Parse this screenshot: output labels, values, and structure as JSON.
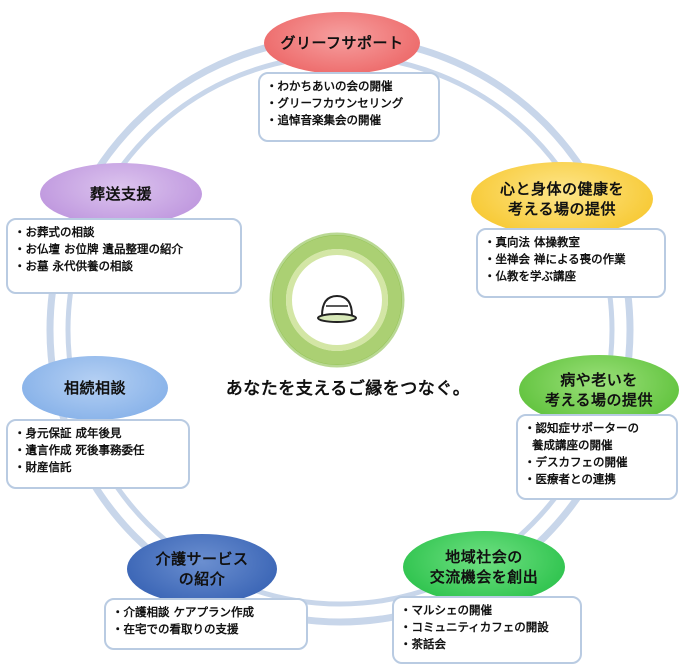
{
  "tagline": "あなたを支えるご縁をつなぐ。",
  "colors": {
    "ring": "#c8d6ea",
    "box_border": "#b9cbe2",
    "logo_green_dark": "#7fb83a",
    "logo_green_light": "#c8e08e"
  },
  "logo": {
    "icon": "enso-circle-with-bell-icon"
  },
  "nodes": {
    "grief": {
      "title": [
        "グリーフサポート"
      ],
      "items": [
        "・わかちあいの会の開催",
        "・グリーフカウンセリング",
        "・追悼音楽集会の開催"
      ],
      "color": "#ee6f6f"
    },
    "health": {
      "title": [
        "心と身体の健康を",
        "考える場の提供"
      ],
      "items": [
        "・真向法 体操教室",
        "・坐禅会 禅による喪の作業",
        "・仏教を学ぶ講座"
      ],
      "color": "#f8cc3c"
    },
    "aging": {
      "title": [
        "病や老いを",
        "考える場の提供"
      ],
      "items": [
        "・認知症サポーターの",
        "養成講座の開催",
        "・デスカフェの開催",
        "・医療者との連携"
      ],
      "color": "#67c644"
    },
    "community": {
      "title": [
        "地域社会の",
        "交流機会を創出"
      ],
      "items": [
        "・マルシェの開催",
        "・コミュニティカフェの開設",
        "・茶話会"
      ],
      "color": "#35c653"
    },
    "care": {
      "title": [
        "介護サービス",
        "の紹介"
      ],
      "items": [
        "・介護相談 ケアプラン作成",
        "・在宅での看取りの支援"
      ],
      "color": "#3f69b8"
    },
    "inherit": {
      "title": [
        "相続相談"
      ],
      "items": [
        "・身元保証 成年後見",
        "・遺言作成 死後事務委任",
        "・財産信託"
      ],
      "color": "#8cb5ea"
    },
    "funeral": {
      "title": [
        "葬送支援"
      ],
      "items": [
        "・お葬式の相談",
        "・お仏壇 お位牌 遺品整理の紹介",
        "・お墓 永代供養の相談"
      ],
      "color": "#c29ce0"
    }
  }
}
